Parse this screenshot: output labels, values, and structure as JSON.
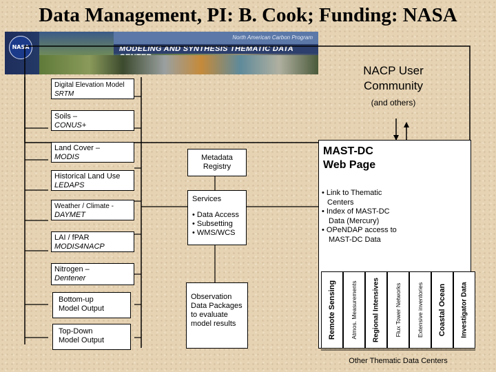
{
  "title": "Data Management, PI: B. Cook; Funding: NASA",
  "banner": {
    "logo_icon": "nasa-meatball-logo",
    "program": "North American Carbon Program",
    "center_name": "MODELING AND SYNTHESIS THEMATIC DATA CENTER"
  },
  "community": {
    "title_line1": "NACP User",
    "title_line2": "Community",
    "note": "(and others)"
  },
  "inputs": [
    {
      "title": "Digital Elevation Model",
      "source": "SRTM"
    },
    {
      "title": "Soils –",
      "source": "CONUS+"
    },
    {
      "title": "Land Cover –",
      "source": "MODIS"
    },
    {
      "title": "Historical Land Use",
      "source": "LEDAPS"
    },
    {
      "title": "Weather / Climate -",
      "source": "DAYMET"
    },
    {
      "title": "LAI / fPAR",
      "source": "MODIS4NACP"
    },
    {
      "title": "Nitrogen –",
      "source": "Dentener"
    }
  ],
  "outputs": [
    {
      "line1": "Bottom-up",
      "line2": "Model Output"
    },
    {
      "line1": "Top-Down",
      "line2": "Model Output"
    }
  ],
  "metadata": {
    "line1": "Metadata",
    "line2": "Registry"
  },
  "services": {
    "title": "Services",
    "items": [
      "• Data Access",
      "• Subsetting",
      "• WMS/WCS"
    ]
  },
  "observation": {
    "lines": [
      "Observation",
      "Data Packages",
      "to evaluate",
      "model results"
    ]
  },
  "mastdc": {
    "title_line1": "MAST-DC",
    "title_line2": "Web Page",
    "bullets": [
      "• Link to Thematic",
      "Centers",
      "• Index of MAST-DC",
      "Data (Mercury)",
      "• OPeNDAP access to",
      "MAST-DC Data"
    ]
  },
  "thematic_centers": [
    "Remote Sensing",
    "Atmos. Measurements",
    "Regional Intensives",
    "Flux Tower Networks",
    "Extensive inventories",
    "Coastal Ocean",
    "Investigator Data"
  ],
  "other_centers_label": "Other Thematic Data Centers"
}
